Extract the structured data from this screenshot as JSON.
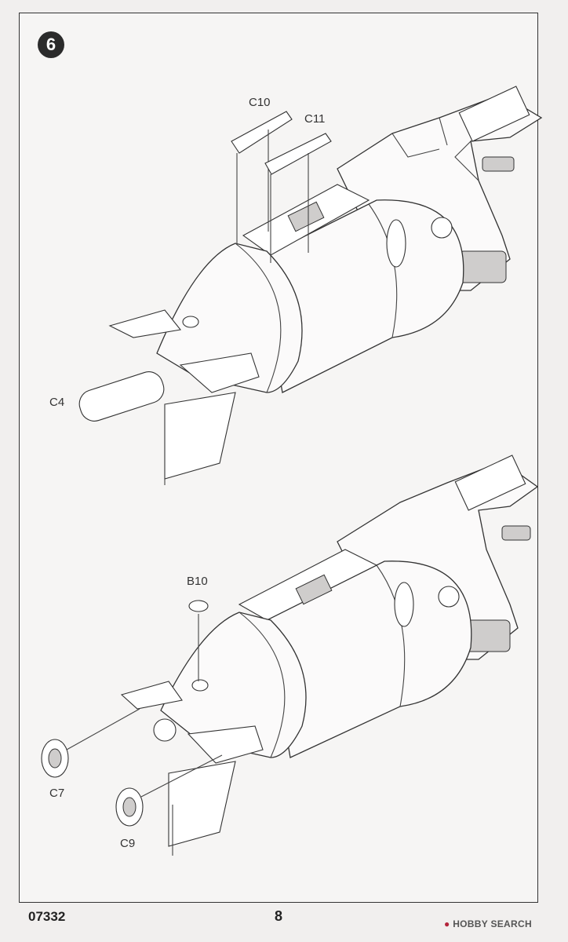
{
  "step": {
    "number": "6"
  },
  "parts": {
    "c10": "C10",
    "c11": "C11",
    "c4": "C4",
    "b10": "B10",
    "c7": "C7",
    "c9": "C9"
  },
  "footer": {
    "code": "07332",
    "page": "8"
  },
  "watermark": {
    "brand": "HOBBY SEARCH"
  }
}
